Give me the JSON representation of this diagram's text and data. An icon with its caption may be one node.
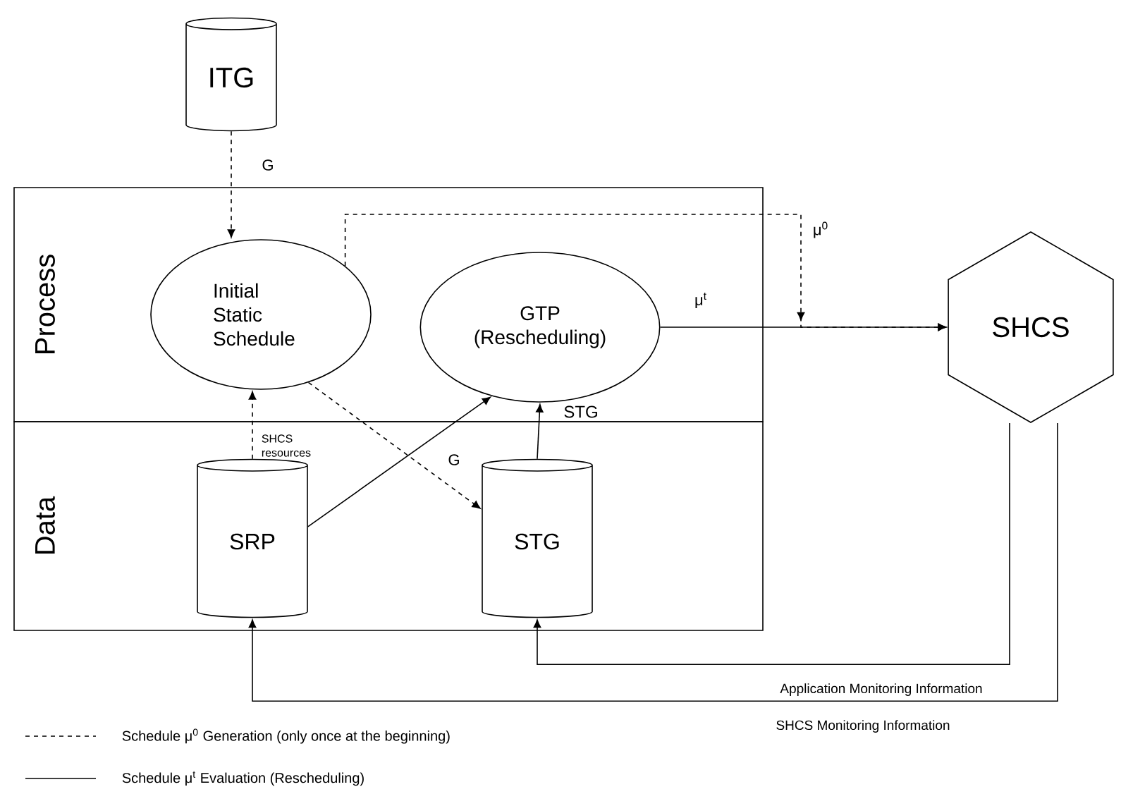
{
  "diagram": {
    "nodes": [
      {
        "text": [
          "ITG"
        ]
      },
      {
        "text": [
          "Process"
        ]
      },
      {
        "text": [
          "Initial Static Schedule"
        ],
        "in": 1
      },
      {
        "text": [
          "GTP (Rescheduling)"
        ],
        "in": 1
      },
      {
        "text": [
          "Data"
        ]
      },
      {
        "text": [
          "SRP"
        ],
        "in": 4
      },
      {
        "text": [
          "STG"
        ],
        "in": 4
      },
      {
        "text": [
          "SHCS"
        ]
      }
    ],
    "edges": [
      {
        "from": 0,
        "to": 2,
        "arrow": "to",
        "style": "dashed",
        "label": "G"
      },
      {
        "from": 2,
        "to": 7,
        "arrow": "to",
        "style": "dashed",
        "label": "μ$^{0}$"
      },
      {
        "from": 3,
        "to": 7,
        "arrow": "to",
        "label": "μ$^{t}$"
      },
      {
        "from": 5,
        "to": 2,
        "arrow": "to",
        "style": "dashed",
        "label": "SHCS resources"
      },
      {
        "from": 5,
        "to": 3,
        "arrow": "to"
      },
      {
        "from": 2,
        "to": 6,
        "arrow": "to",
        "style": "dashed",
        "label": "G"
      },
      {
        "from": 6,
        "to": 3,
        "arrow": "to",
        "label": "STG"
      },
      {
        "from": 7,
        "to": 6,
        "arrow": "to",
        "label": "Application Monitoring Information"
      },
      {
        "from": 7,
        "to": 5,
        "arrow": "to",
        "label": "SHCS Monitoring Information"
      }
    ],
    "legend": [
      {
        "text": "Schedule μ$^{0}$ Generation (only once at the beginning)"
      },
      {
        "text": "Schedule μ$^{t}$ Evaluation (Rescheduling)"
      }
    ]
  }
}
